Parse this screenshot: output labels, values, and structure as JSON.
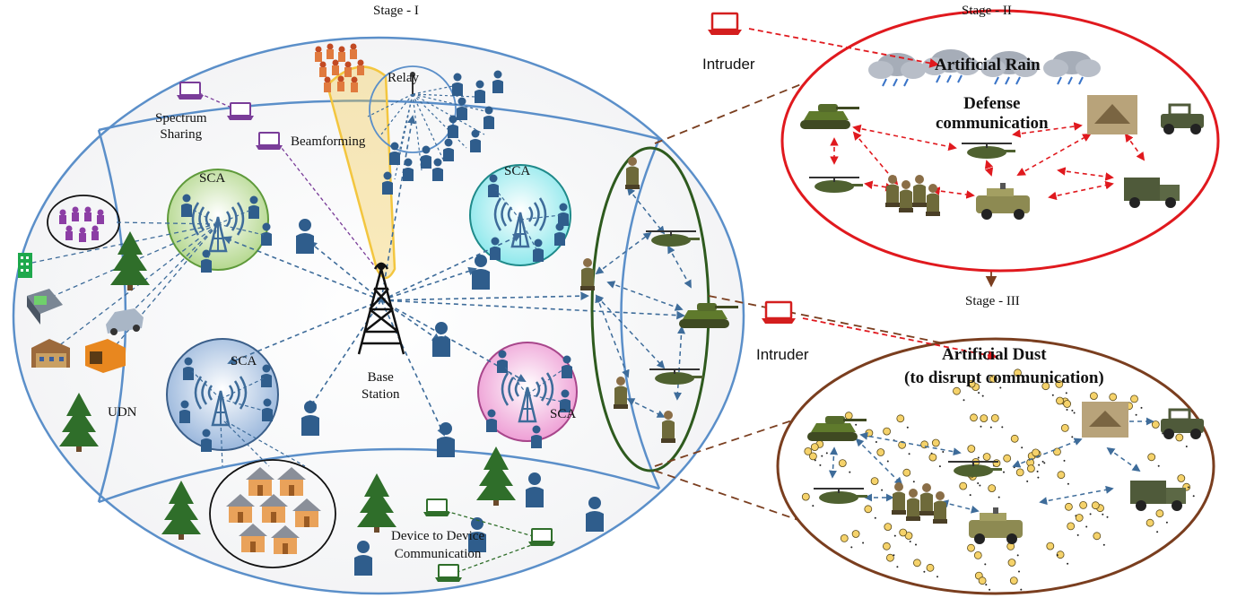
{
  "stage1": {
    "title": "Stage - I",
    "relay": "Relay",
    "spectrum_sharing": "Spectrum\nSharing",
    "beamforming": "Beamforming",
    "sca": "SCA",
    "base_station": "Base\nStation",
    "udn": "UDN",
    "d2d": "Device to Device\nCommunication"
  },
  "stage2": {
    "title": "Stage - II",
    "intruder": "Intruder",
    "artificial_rain": "Artificial Rain",
    "defense": "Defense\ncommunication"
  },
  "stage3": {
    "title": "Stage - III",
    "intruder": "Intruder",
    "artificial_dust": "Artificial Dust",
    "disrupt": "(to disrupt communication)"
  },
  "colors": {
    "ellipse_blue": "#5b8fc9",
    "tower": "#111111",
    "person": "#2f5d8c",
    "tree": "#2f6e2a",
    "stage2_border": "#e0191e",
    "stage3_border": "#7a3e1f",
    "military_border": "#2e5a1e",
    "beam_yellow": "#f3c63f",
    "sca_green": "#b5d88f",
    "sca_cyan": "#8ee8ec",
    "sca_blue": "#9ab7dc",
    "sca_pink": "#ee9fd5",
    "dust": "#f5d26a"
  }
}
